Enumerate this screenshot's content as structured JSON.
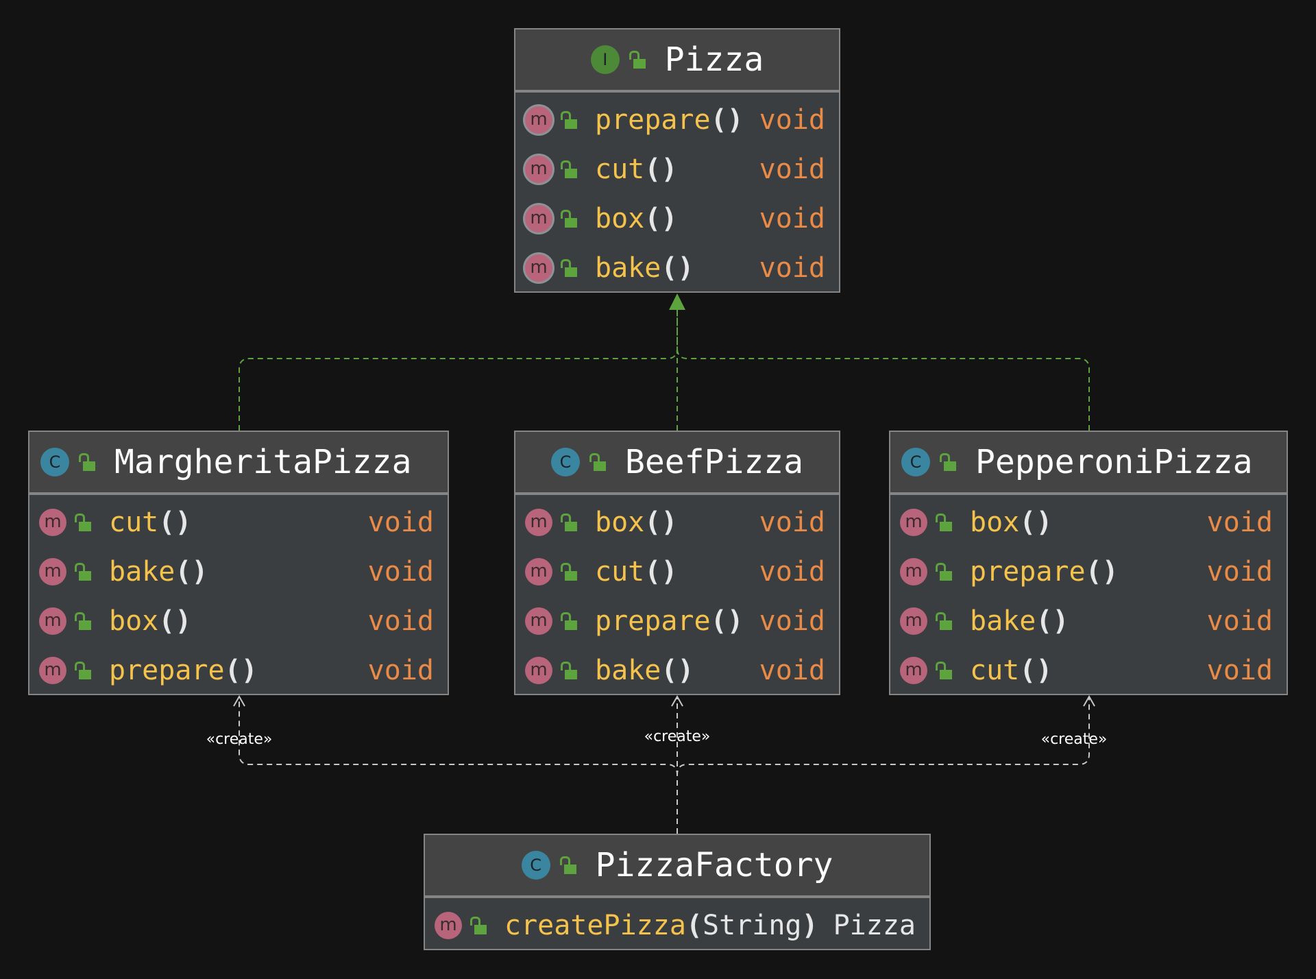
{
  "diagram": {
    "classes": {
      "pizza": {
        "kind_letter": "I",
        "name": "Pizza",
        "members": [
          {
            "name": "prepare",
            "params": "",
            "return": "void"
          },
          {
            "name": "cut",
            "params": "",
            "return": "void"
          },
          {
            "name": "box",
            "params": "",
            "return": "void"
          },
          {
            "name": "bake",
            "params": "",
            "return": "void"
          }
        ]
      },
      "margherita": {
        "kind_letter": "C",
        "name": "MargheritaPizza",
        "members": [
          {
            "name": "cut",
            "params": "",
            "return": "void"
          },
          {
            "name": "bake",
            "params": "",
            "return": "void"
          },
          {
            "name": "box",
            "params": "",
            "return": "void"
          },
          {
            "name": "prepare",
            "params": "",
            "return": "void"
          }
        ]
      },
      "beef": {
        "kind_letter": "C",
        "name": "BeefPizza",
        "members": [
          {
            "name": "box",
            "params": "",
            "return": "void"
          },
          {
            "name": "cut",
            "params": "",
            "return": "void"
          },
          {
            "name": "prepare",
            "params": "",
            "return": "void"
          },
          {
            "name": "bake",
            "params": "",
            "return": "void"
          }
        ]
      },
      "pepperoni": {
        "kind_letter": "C",
        "name": "PepperoniPizza",
        "members": [
          {
            "name": "box",
            "params": "",
            "return": "void"
          },
          {
            "name": "prepare",
            "params": "",
            "return": "void"
          },
          {
            "name": "bake",
            "params": "",
            "return": "void"
          },
          {
            "name": "cut",
            "params": "",
            "return": "void"
          }
        ]
      },
      "factory": {
        "kind_letter": "C",
        "name": "PizzaFactory",
        "members": [
          {
            "name": "createPizza",
            "params": "String",
            "return": "Pizza"
          }
        ]
      }
    },
    "member_badge_letter": "m",
    "paren_open": "(",
    "paren_close": ")",
    "relations": {
      "create_label": "«create»"
    },
    "colors": {
      "background": "#131313",
      "class_body": "#3b3e41",
      "method_name": "#f5c34c",
      "return_type": "#e98b47",
      "implements_edge": "#5da33e",
      "create_edge": "#c8c8c8"
    }
  }
}
